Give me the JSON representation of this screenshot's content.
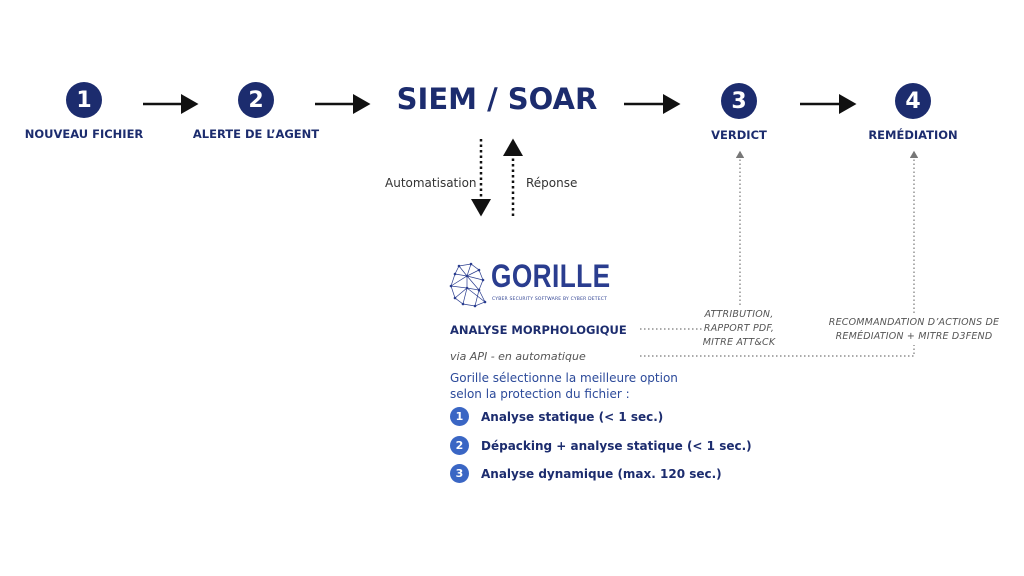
{
  "steps": [
    {
      "number": "1",
      "label": "NOUVEAU FICHIER"
    },
    {
      "number": "2",
      "label": "ALERTE DE L’AGENT"
    },
    {
      "number": "3",
      "label": "VERDICT"
    },
    {
      "number": "4",
      "label": "REMÉDIATION"
    }
  ],
  "center_title": "SIEM / SOAR",
  "flow_labels": {
    "automation": "Automatisation",
    "response": "Réponse"
  },
  "logo": {
    "word": "GORILLE",
    "tagline": "CYBER SECURITY SOFTWARE BY CYBER DETECT"
  },
  "analysis": {
    "title": "ANALYSE MORPHOLOGIQUE",
    "via": "via API - en automatique",
    "description_line1": "Gorille sélectionne la meilleure option",
    "description_line2": "selon la protection du fichier :",
    "options": [
      {
        "number": "1",
        "text": "Analyse statique (< 1 sec.)"
      },
      {
        "number": "2",
        "text": "Dépacking + analyse statique (< 1 sec.)"
      },
      {
        "number": "3",
        "text": "Analyse dynamique (max. 120 sec.)"
      }
    ]
  },
  "notes": {
    "verdict_lines": [
      "ATTRIBUTION,",
      "RAPPORT PDF,",
      "MITRE ATT&CK"
    ],
    "remediation_lines": [
      "RECOMMANDATION D’ACTIONS DE",
      "REMÉDIATION + MITRE D3FEND"
    ]
  },
  "colors": {
    "primary": "#1c2c6e",
    "accent": "#3a66c4",
    "text_muted": "#555555"
  }
}
